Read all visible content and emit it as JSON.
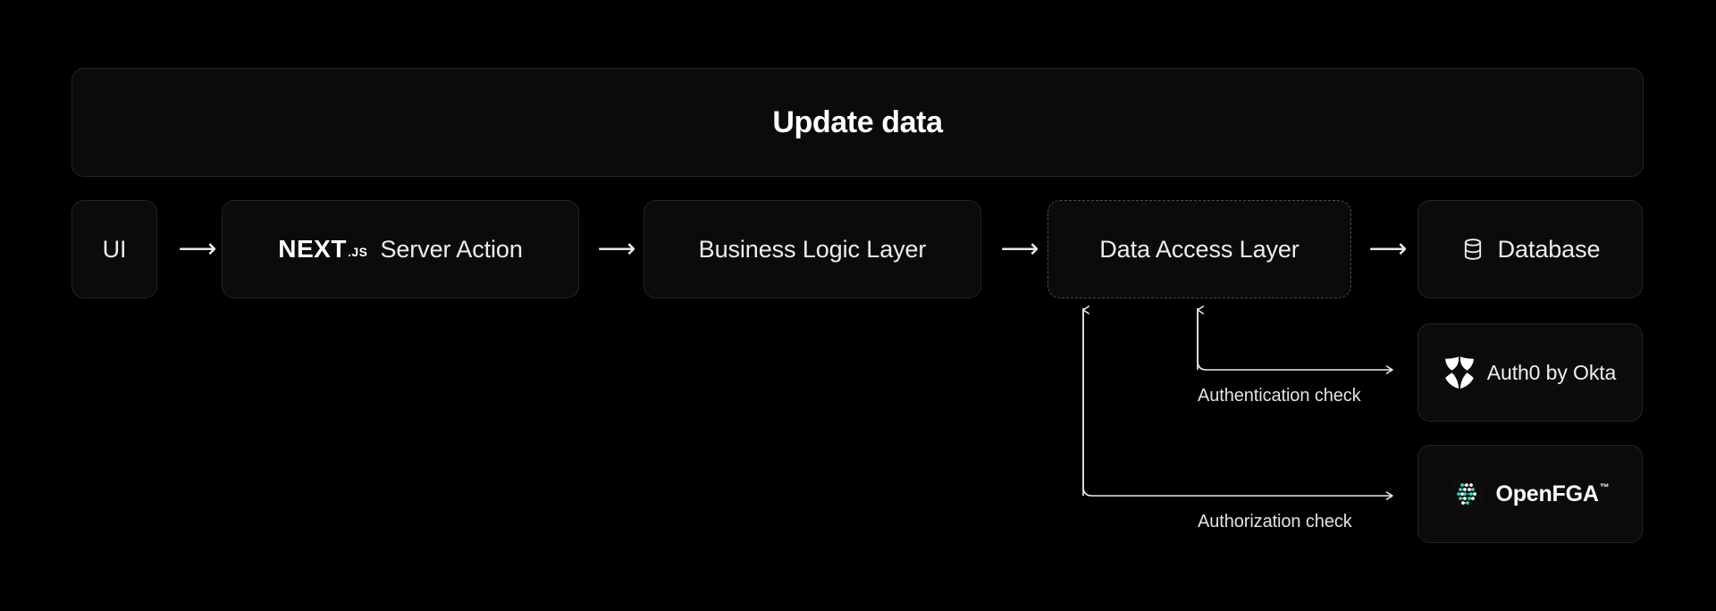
{
  "banner": {
    "title": "Update data"
  },
  "colors": {
    "background": "#000000",
    "box_fill": "#0b0b0b",
    "box_border": "#242424",
    "dashed_border": "#4a4a4a",
    "text": "#ededed",
    "openfga_accent": "#3ecfb2",
    "openfga_dot_white": "#ffffff",
    "auth0_logo": "#ffffff"
  },
  "flow": {
    "nodes": [
      {
        "id": "ui",
        "label": "UI",
        "border": "solid",
        "icon": null
      },
      {
        "id": "next",
        "label": "Server Action",
        "logo_word": "NEXT",
        "logo_suffix": ".JS",
        "border": "solid",
        "icon": "nextjs-logo"
      },
      {
        "id": "business",
        "label": "Business Logic Layer",
        "border": "solid",
        "icon": null
      },
      {
        "id": "dal",
        "label": "Data Access Layer",
        "border": "dashed",
        "icon": null
      },
      {
        "id": "database",
        "label": "Database",
        "border": "solid",
        "icon": "database-icon"
      }
    ],
    "arrows": [
      {
        "id": "arrow-1",
        "glyph": "⟶",
        "from": "ui",
        "to": "next"
      },
      {
        "id": "arrow-2",
        "glyph": "⟶",
        "from": "next",
        "to": "business"
      },
      {
        "id": "arrow-3",
        "glyph": "⟶",
        "from": "business",
        "to": "dal"
      },
      {
        "id": "arrow-4",
        "glyph": "⟶",
        "from": "dal",
        "to": "database"
      }
    ]
  },
  "services": [
    {
      "id": "auth0",
      "label": "Auth0 by Okta",
      "icon": "auth0-shield-icon"
    },
    {
      "id": "openfga",
      "label": "OpenFGA",
      "trademark": "™",
      "icon": "openfga-logo-icon"
    }
  ],
  "connectors": [
    {
      "id": "authentication",
      "label": "Authentication check",
      "from": "dal",
      "to": "auth0",
      "bidirectional": true
    },
    {
      "id": "authorization",
      "label": "Authorization check",
      "from": "dal",
      "to": "openfga",
      "bidirectional": true
    }
  ]
}
